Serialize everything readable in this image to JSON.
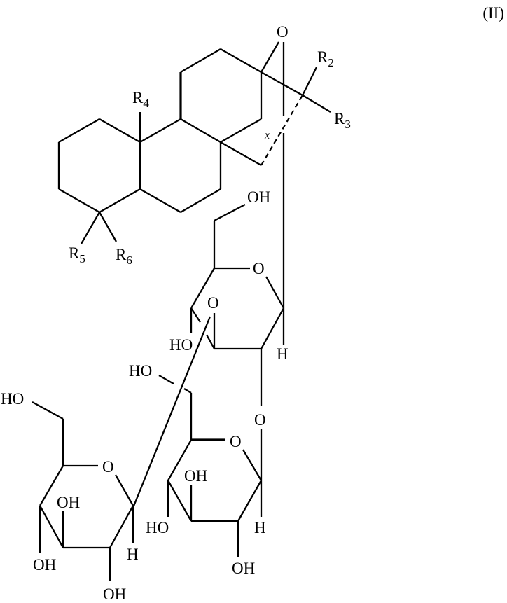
{
  "figure": {
    "formula_number": "(II)",
    "description": "Steviol glycoside core structure with trisaccharide substituent"
  },
  "labels": {
    "ring_oxygen_bridge": "O",
    "r2": {
      "base": "R",
      "sub": "2"
    },
    "r3": {
      "base": "R",
      "sub": "3"
    },
    "r4": {
      "base": "R",
      "sub": "4"
    },
    "r5": {
      "base": "R",
      "sub": "5"
    },
    "r6": {
      "base": "R",
      "sub": "6"
    },
    "x_marker": "x",
    "sugar1": {
      "ch2oh": "OH",
      "ring_o": "O",
      "glycosidic_o": "O",
      "ho": "HO",
      "h": "H"
    },
    "sugar2": {
      "ch2oh": "HO",
      "ring_o": "O",
      "link_o": "O",
      "oh_top": "OH",
      "ho_left": "HO",
      "oh_bottom": "OH",
      "h": "H"
    },
    "sugar3": {
      "ch2oh": "HO",
      "ring_o": "O",
      "oh_top": "OH",
      "oh_left": "OH",
      "oh_bottom": "OH",
      "h": "H"
    }
  }
}
